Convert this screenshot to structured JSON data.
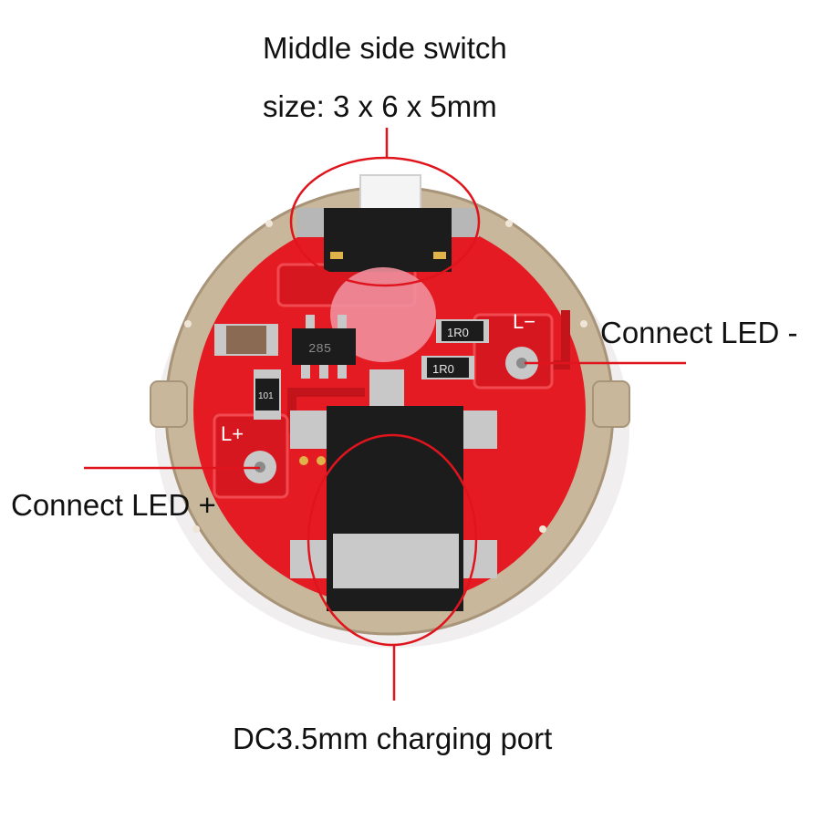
{
  "labels": {
    "switch_line1": "Middle side switch",
    "switch_line2": "size: 3 x 6 x 5mm",
    "led_negative": "Connect LED -",
    "led_positive": "Connect LED +",
    "dc_port": "DC3.5mm charging port"
  },
  "board_markings": {
    "l_minus": "L−",
    "l_plus": "L+",
    "resistor_a": "1R0",
    "resistor_b": "1R0",
    "resistor_c": "101",
    "chip": "285"
  },
  "colors": {
    "pcb_red": "#e51b24",
    "ring_metal": "#c9b79b",
    "callout_red": "#e0141c",
    "component_black": "#1c1c1c"
  }
}
